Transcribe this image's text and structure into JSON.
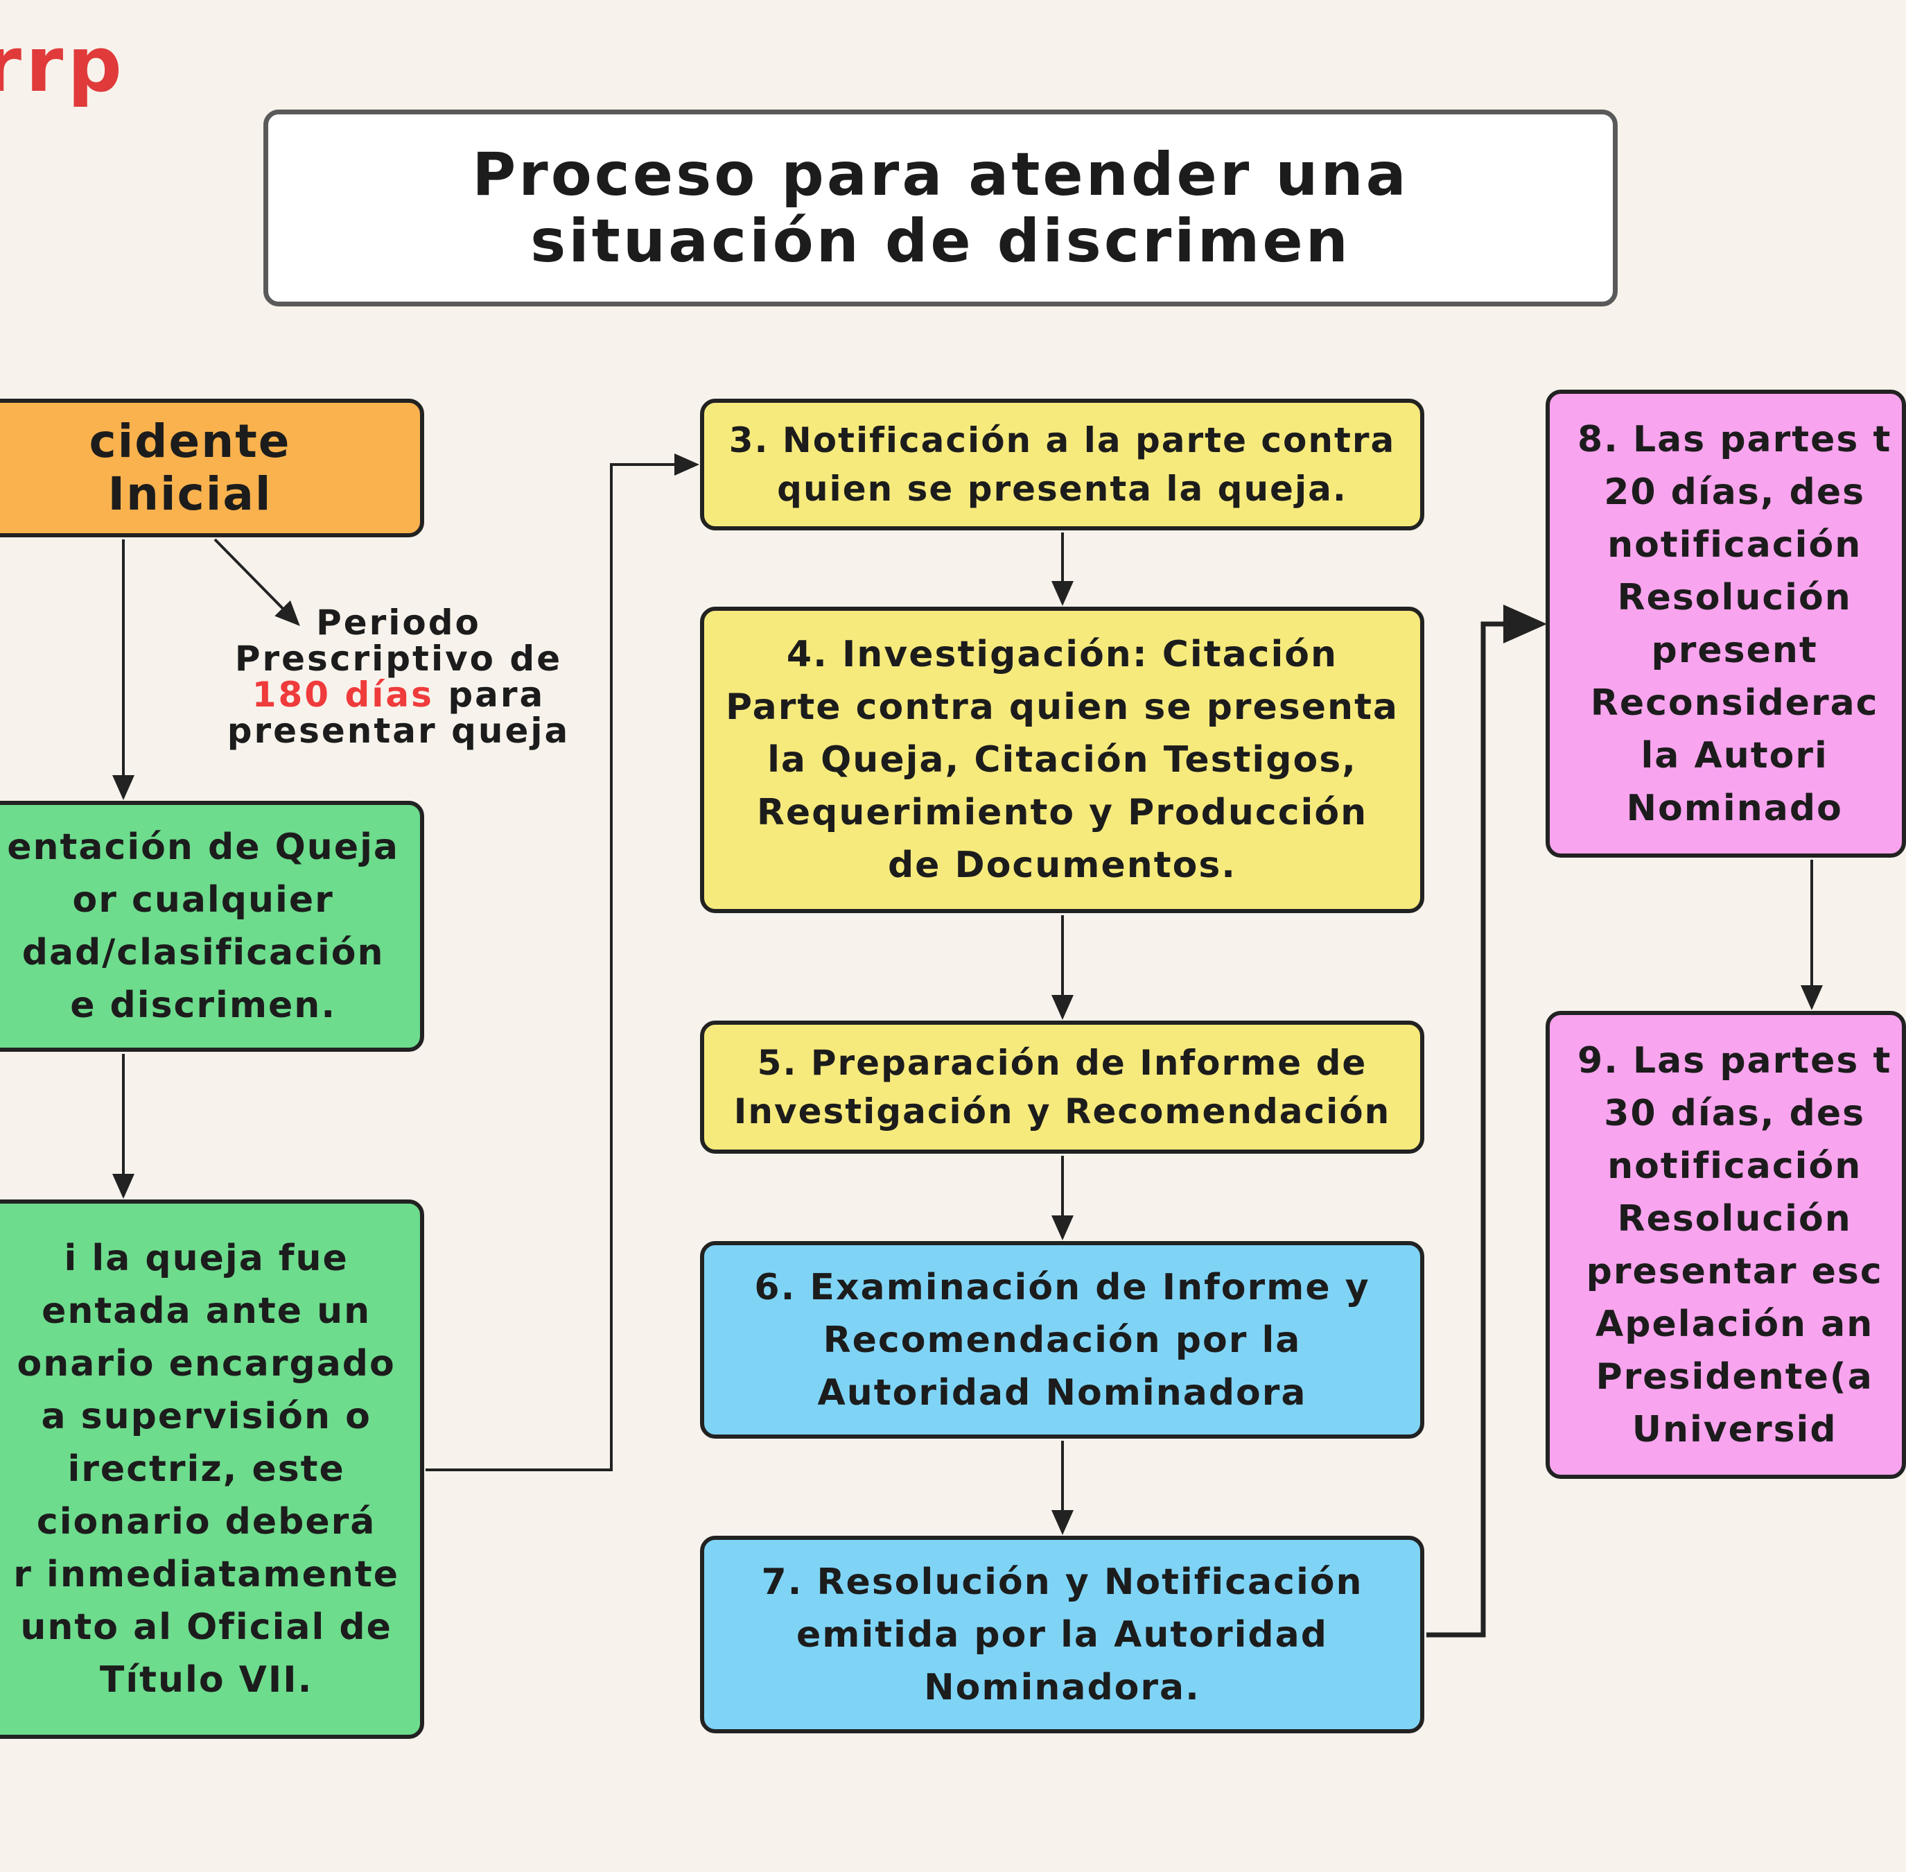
{
  "logo": {
    "text": "rrp"
  },
  "title": {
    "line1": "Proceso para atender una",
    "line2": "situación de discrimen"
  },
  "side_note": {
    "line1": "Periodo",
    "line2": "Prescriptivo de",
    "highlight": "180 días",
    "line3_rest": " para",
    "line4": "presentar queja"
  },
  "steps": {
    "s1": {
      "text": "cidente Inicial"
    },
    "s2": {
      "lines": [
        "entación de Queja",
        "or cualquier",
        "dad/clasificación",
        "e discrimen."
      ]
    },
    "s3_left": {
      "lines": [
        "i la queja fue",
        "entada ante un",
        "onario encargado",
        "a supervisión o",
        "irectriz, este",
        "cionario deberá",
        "r inmediatamente",
        "unto al Oficial de",
        "Título VII."
      ]
    },
    "s3": {
      "lines": [
        "3. Notificación a la parte contra",
        "quien se presenta la queja."
      ]
    },
    "s4": {
      "lines": [
        "4. Investigación: Citación",
        "Parte contra quien se presenta",
        "la Queja, Citación Testigos,",
        "Requerimiento y Producción",
        "de Documentos."
      ]
    },
    "s5": {
      "lines": [
        "5. Preparación de Informe de",
        "Investigación y Recomendación"
      ]
    },
    "s6": {
      "lines": [
        "6. Examinación de Informe y",
        "Recomendación por la",
        "Autoridad Nominadora"
      ]
    },
    "s7": {
      "lines": [
        "7. Resolución y Notificación",
        "emitida por la Autoridad",
        "Nominadora."
      ]
    },
    "s8": {
      "lines": [
        "8. Las partes t",
        "20 días, des",
        "notificación",
        "Resolución",
        "present",
        "Reconsiderac",
        "la Autori",
        "Nominado"
      ]
    },
    "s9": {
      "lines": [
        "9. Las partes t",
        "30 días, des",
        "notificación",
        "Resolución",
        "presentar esc",
        "Apelación an",
        "Presidente(a",
        "Universid"
      ]
    }
  },
  "colors": {
    "background": "#f7f3ec",
    "orange": "#f9b24e",
    "green": "#6ddc8d",
    "yellow": "#f6ea7d",
    "blue": "#7fd4f6",
    "pink": "#f8a4ee",
    "highlight_red": "#ef3b3b"
  }
}
